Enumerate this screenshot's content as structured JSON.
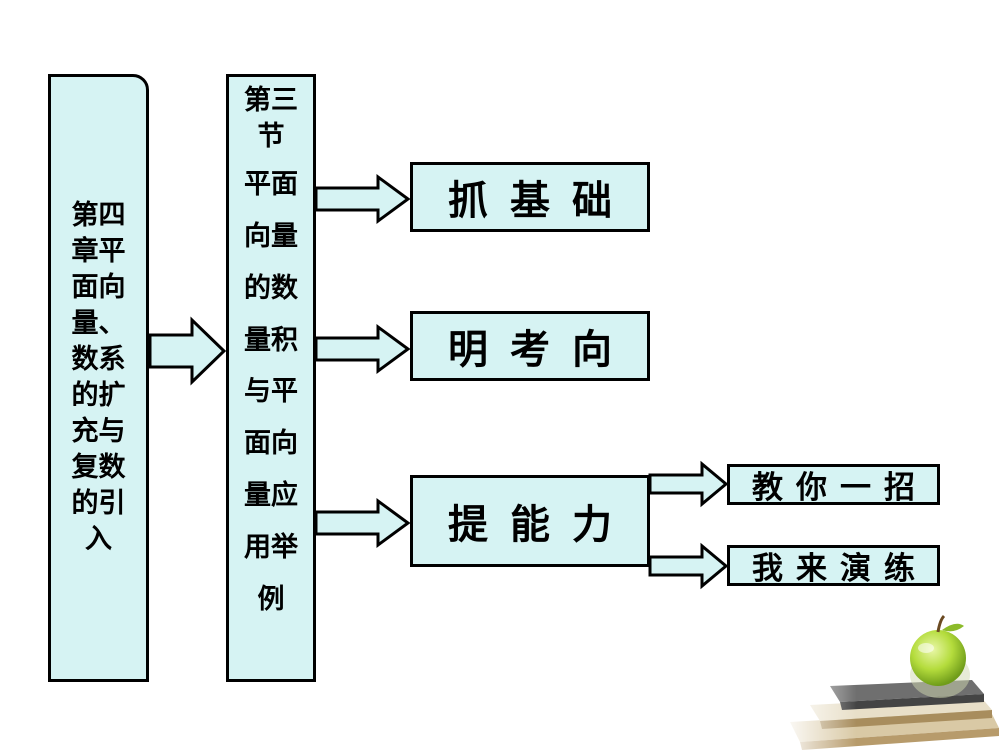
{
  "chapter": {
    "label": "第四章平面向量、数系的扩充与复数的引入"
  },
  "section": {
    "lines": [
      "第三节",
      "平面",
      "向量",
      "的数",
      "量积",
      "与平",
      "面向",
      "量应",
      "用举",
      "例"
    ]
  },
  "boxes": {
    "grasp_basics": "抓基础",
    "exam_direction": "明考向",
    "improve_ability": "提能力",
    "teach_trick": "教你一招",
    "practice": "我来演练"
  },
  "colors": {
    "box_fill": "#d6f3f3",
    "border": "#000000"
  }
}
